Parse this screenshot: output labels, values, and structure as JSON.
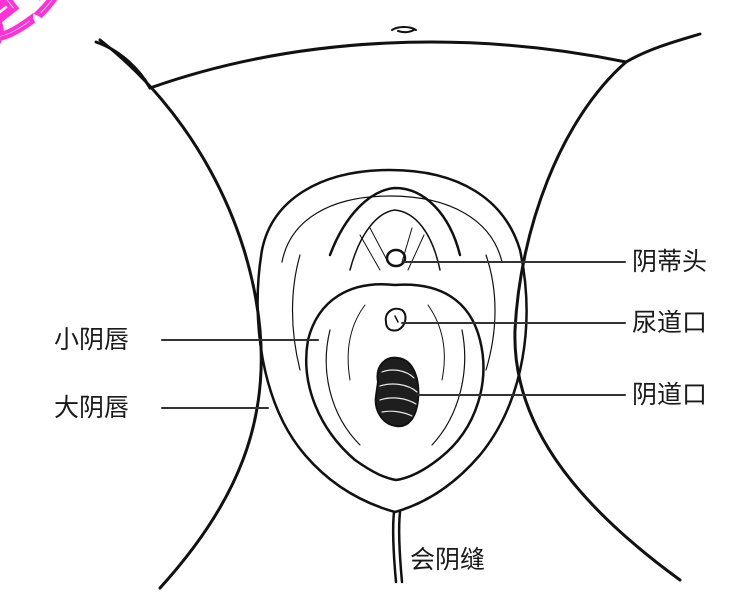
{
  "watermark": "更多",
  "labels": {
    "clitoris": "阴蒂头",
    "urethral_opening": "尿道口",
    "vaginal_opening": "阴道口",
    "labia_minora": "小阴唇",
    "labia_majora": "大阴唇",
    "perineal_raphe": "会阴缝"
  },
  "colors": {
    "line": "#111111",
    "watermark": "#ff30d8",
    "background": "#ffffff"
  }
}
